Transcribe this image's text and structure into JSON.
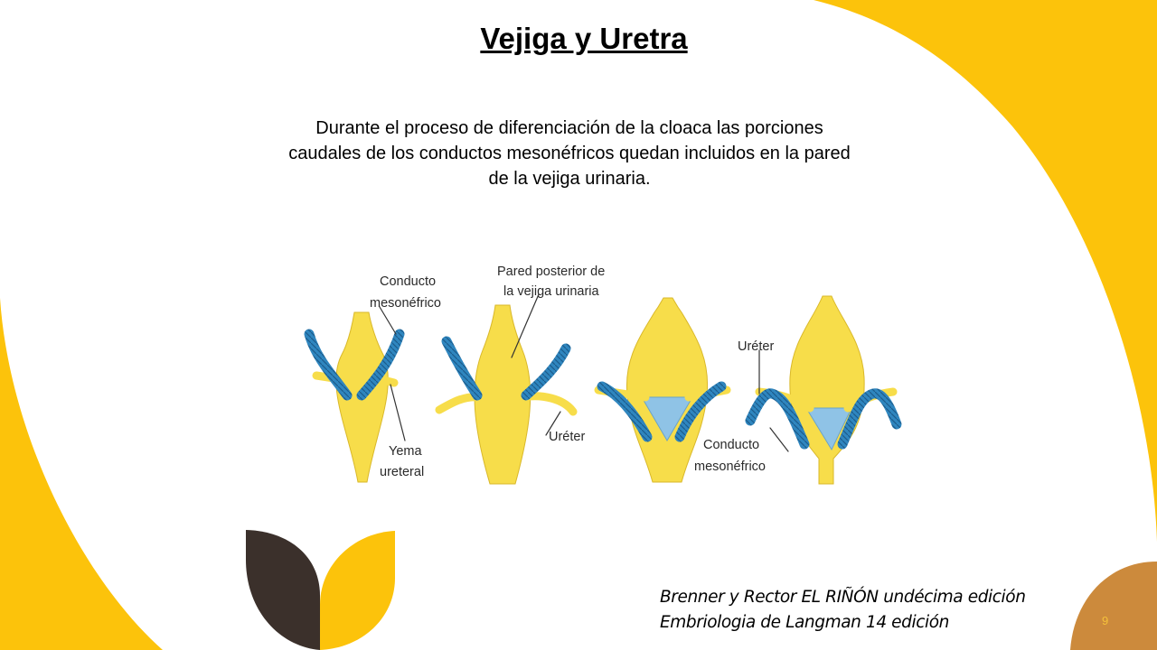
{
  "slide": {
    "title": "Vejiga y Uretra",
    "body": "Durante el proceso de diferenciación de la cloaca las porciones caudales de los conductos mesonéfricos quedan incluidos en la pared de la vejiga urinaria.",
    "references": [
      "Brenner y Rector EL RIÑÓN undécima edición",
      "Embriologia de Langman 14 edición"
    ],
    "page_number": "9"
  },
  "figure": {
    "labels": {
      "conducto_1a": "Conducto",
      "conducto_1b": "mesonéfrico",
      "yema_a": "Yema",
      "yema_b": "ureteral",
      "pared_a": "Pared posterior de",
      "pared_b": "la vejiga urinaria",
      "ureter_1": "Uréter",
      "ureter_2": "Uréter",
      "conducto_2a": "Conducto",
      "conducto_2b": "mesonéfrico"
    }
  },
  "colors": {
    "accent_yellow": "#fcc30b",
    "accent_dark": "#3b302b",
    "accent_orange": "#cc8a3c",
    "bladder_yellow": "#f7dd4a",
    "duct_blue": "#2f86bf",
    "trigone_blue": "#8fc3e6"
  }
}
